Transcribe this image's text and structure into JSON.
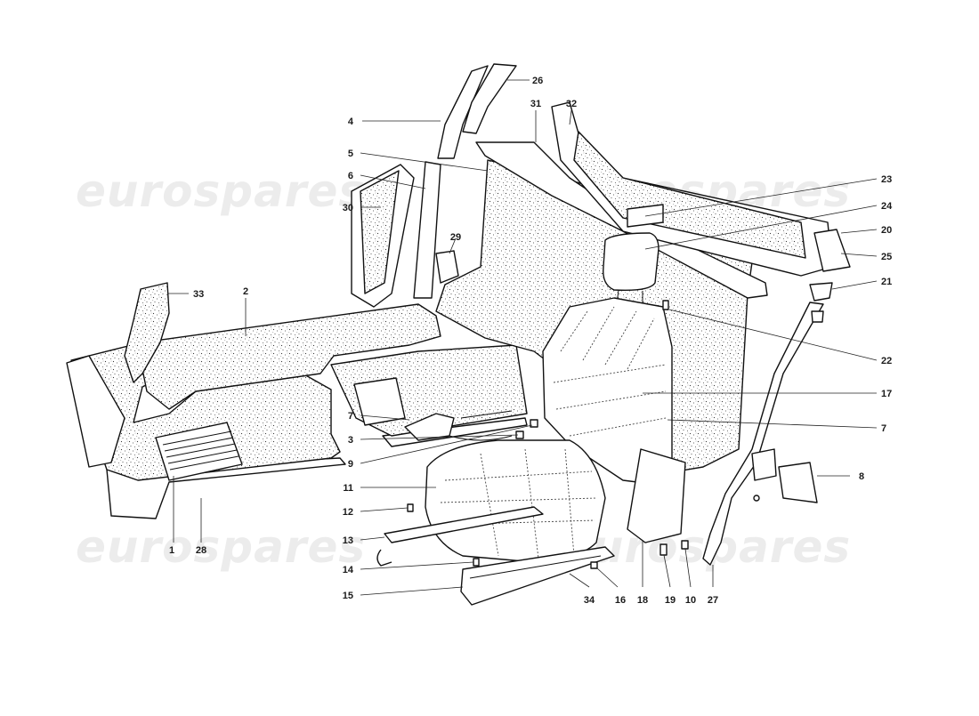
{
  "watermark": {
    "text": "eurospares"
  },
  "callouts": [
    {
      "id": "c1",
      "label": "1"
    },
    {
      "id": "c2",
      "label": "2"
    },
    {
      "id": "c3",
      "label": "3"
    },
    {
      "id": "c4",
      "label": "4"
    },
    {
      "id": "c5",
      "label": "5"
    },
    {
      "id": "c6",
      "label": "6"
    },
    {
      "id": "c7a",
      "label": "7"
    },
    {
      "id": "c7b",
      "label": "7"
    },
    {
      "id": "c8",
      "label": "8"
    },
    {
      "id": "c9",
      "label": "9"
    },
    {
      "id": "c10",
      "label": "10"
    },
    {
      "id": "c11",
      "label": "11"
    },
    {
      "id": "c12",
      "label": "12"
    },
    {
      "id": "c13",
      "label": "13"
    },
    {
      "id": "c14",
      "label": "14"
    },
    {
      "id": "c15",
      "label": "15"
    },
    {
      "id": "c16",
      "label": "16"
    },
    {
      "id": "c17",
      "label": "17"
    },
    {
      "id": "c18",
      "label": "18"
    },
    {
      "id": "c19",
      "label": "19"
    },
    {
      "id": "c20",
      "label": "20"
    },
    {
      "id": "c21",
      "label": "21"
    },
    {
      "id": "c22",
      "label": "22"
    },
    {
      "id": "c23",
      "label": "23"
    },
    {
      "id": "c24",
      "label": "24"
    },
    {
      "id": "c25",
      "label": "25"
    },
    {
      "id": "c26",
      "label": "26"
    },
    {
      "id": "c27",
      "label": "27"
    },
    {
      "id": "c28",
      "label": "28"
    },
    {
      "id": "c29",
      "label": "29"
    },
    {
      "id": "c30",
      "label": "30"
    },
    {
      "id": "c31",
      "label": "31"
    },
    {
      "id": "c32",
      "label": "32"
    },
    {
      "id": "c33",
      "label": "33"
    },
    {
      "id": "c34",
      "label": "34"
    }
  ]
}
